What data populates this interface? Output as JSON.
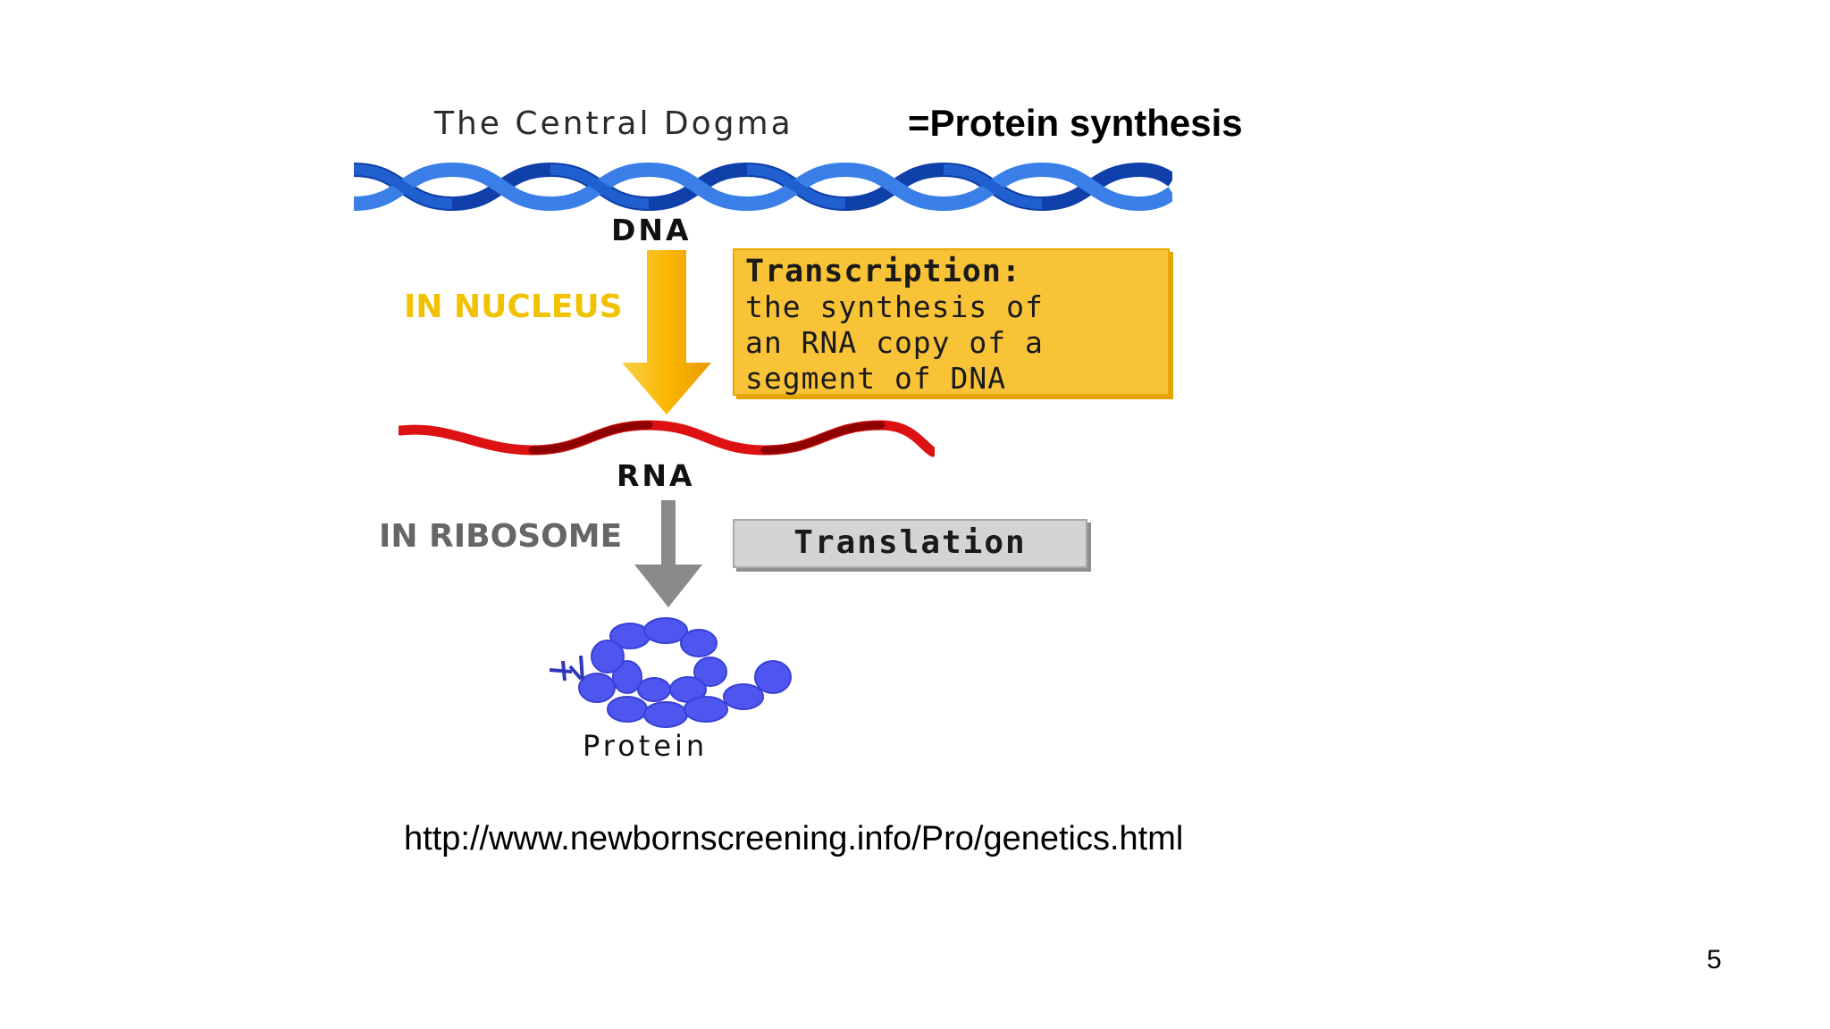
{
  "slide": {
    "title_plain": "The Central Dogma",
    "title_bold": "=Protein synthesis",
    "page_number": "5",
    "source_url": "http://www.newbornscreening.info/Pro/genetics.html"
  },
  "diagram": {
    "dna_label": "DNA",
    "rna_label": "RNA",
    "protein_label": "Protein",
    "nucleus_label": "IN NUCLEUS",
    "ribosome_label": "IN RIBOSOME",
    "transcription": {
      "heading": "Transcription:",
      "lines": [
        "the synthesis of",
        "an RNA copy of a",
        "segment of DNA"
      ]
    },
    "translation_label": "Translation"
  },
  "colors": {
    "dna_blue": "#1f5fcf",
    "rna_red": "#dd1111",
    "transcription_yellow": "#f9c337",
    "nucleus_text": "#f2c200",
    "ribosome_text": "#666666",
    "translation_gray": "#d4d4d4",
    "protein_blue": "#4f56f0"
  },
  "icons": [
    "dna-helix-icon",
    "rna-strand-icon",
    "yellow-arrow-icon",
    "gray-arrow-icon",
    "protein-chain-icon"
  ]
}
